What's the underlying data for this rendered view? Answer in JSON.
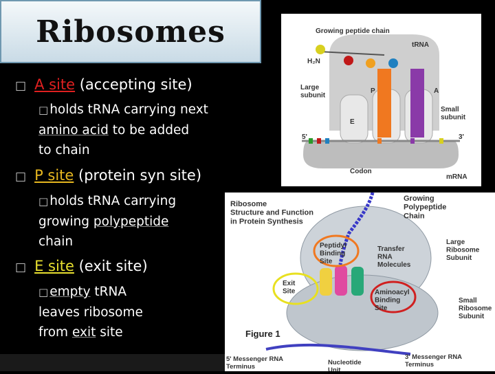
{
  "slide": {
    "title": "Ribosomes",
    "bullets": [
      {
        "keyword": "A site",
        "rest": " (accepting site)",
        "sub_lines": [
          "holds tRNA carrying next",
          "amino acid",
          " to be added",
          "to chain"
        ]
      },
      {
        "keyword": "P site",
        "rest": " (protein syn site)",
        "sub_lines": [
          "holds tRNA carrying",
          "growing ",
          "polypeptide",
          "chain"
        ]
      },
      {
        "keyword": "E site",
        "rest": " (exit site)",
        "sub_lines": [
          "empty",
          " tRNA",
          "leaves ribosome",
          "from ",
          "exit",
          " site"
        ]
      }
    ]
  },
  "diagram1": {
    "labels": {
      "growing_chain": "Growing peptide chain",
      "trna": "tRNA",
      "h2n": "H₂N",
      "large_subunit": "Large\nsubunit",
      "small_subunit": "Small\nsubunit",
      "p": "P",
      "a": "A",
      "e": "E",
      "five_prime": "5'",
      "three_prime": "3'",
      "codon": "Codon",
      "mrna": "mRNA"
    },
    "colors": {
      "ribosome": "#c8c8c8",
      "trna_orange": "#f07820",
      "trna_purple": "#8a3aa8",
      "aa_yellow": "#d8d020",
      "aa_red": "#c01818",
      "aa_orange": "#f0a020",
      "aa_blue": "#2080c0"
    }
  },
  "diagram2": {
    "labels": {
      "title": "Ribosome\nStructure and Function\nin Protein Synthesis",
      "growing": "Growing\nPolypeptide\nChain",
      "peptidyl": "Peptidyl\nBinding\nSite",
      "transfer": "Transfer\nRNA\nMolecules",
      "large": "Large\nRibosome\nSubunit",
      "exit": "Exit\nSite",
      "aminoacyl": "Aminoacyl\nBinding\nSite",
      "small": "Small\nRibosome\nSubunit",
      "figure": "Figure 1",
      "mrna5": "5' Messenger RNA\nTerminus",
      "nucleotide": "Nucleotide\nUnit",
      "mrna3": "3' Messenger RNA\nTerminus"
    },
    "glyph": "□"
  }
}
